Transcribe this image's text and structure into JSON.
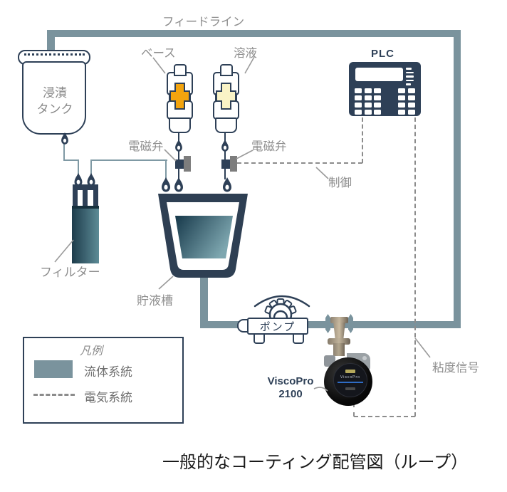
{
  "diagram": {
    "title": "一般的なコーティング配管図（ループ）",
    "feed_line_label": "フィードライン",
    "immersion_tank": {
      "line1": "浸漬",
      "line2": "タンク"
    },
    "base_bottle_label": "ベース",
    "solution_bottle_label": "溶液",
    "plc_label": "PLC",
    "solenoid_valve_left_label": "電磁弁",
    "solenoid_valve_right_label": "電磁弁",
    "control_label": "制御",
    "filter_label": "フィルター",
    "reservoir_label": "貯液槽",
    "pump_label": "ポンプ",
    "viscometer": {
      "name": "ViscoPro",
      "model": "2100",
      "face_text": "ViscoPro"
    },
    "viscosity_signal_label": "粘度信号"
  },
  "legend": {
    "title": "凡例",
    "items": [
      {
        "label": "流体系統",
        "style": "solid"
      },
      {
        "label": "電気系統",
        "style": "dashed"
      }
    ]
  },
  "colors": {
    "fluid_line": "#7a939d",
    "electric_line": "#8c8c8c",
    "outline_navy": "#2e4057",
    "base_fluid": "#f3a40e",
    "solution_fluid": "#f9f3c6"
  }
}
